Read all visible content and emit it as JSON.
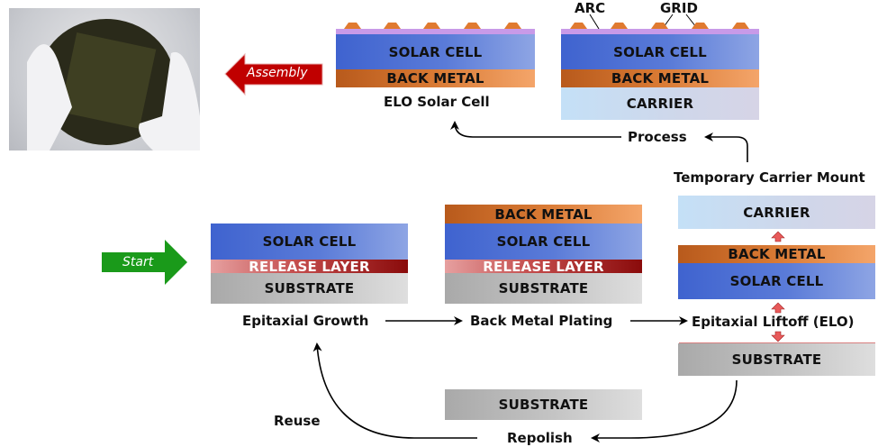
{
  "photo": {
    "description": "gloved hands holding solar cell wafer"
  },
  "top": {
    "elo_cell": {
      "caption": "ELO Solar Cell",
      "layers": {
        "solar": "SOLAR CELL",
        "metal": "BACK METAL"
      }
    },
    "processed": {
      "layers": {
        "solar": "SOLAR CELL",
        "metal": "BACK METAL",
        "carrier": "CARRIER"
      },
      "callouts": {
        "arc": "ARC",
        "grid": "GRID"
      }
    },
    "assembly_label": "Assembly",
    "process_label": "Process"
  },
  "steps": {
    "start_label": "Start",
    "epitaxial_growth": {
      "caption": "Epitaxial Growth",
      "layers": {
        "solar": "SOLAR CELL",
        "release": "RELEASE LAYER",
        "substrate": "SUBSTRATE"
      }
    },
    "back_metal_plating": {
      "caption": "Back Metal Plating",
      "layers": {
        "metal": "BACK METAL",
        "solar": "SOLAR CELL",
        "release": "RELEASE LAYER",
        "substrate": "SUBSTRATE"
      }
    },
    "temporary_carrier_mount": {
      "caption": "Temporary Carrier Mount",
      "layers": {
        "carrier": "CARRIER",
        "metal": "BACK METAL",
        "solar": "SOLAR CELL"
      }
    },
    "elo": {
      "caption": "Epitaxial Liftoff (ELO)",
      "layers": {
        "substrate": "SUBSTRATE"
      }
    },
    "repolish": {
      "caption": "Repolish",
      "layers": {
        "substrate": "SUBSTRATE"
      }
    },
    "reuse_label": "Reuse"
  },
  "colors": {
    "start_arrow": "#1a9a1a",
    "assembly_arrow": "#c00000",
    "lift_arrow": "#e85a5a"
  }
}
